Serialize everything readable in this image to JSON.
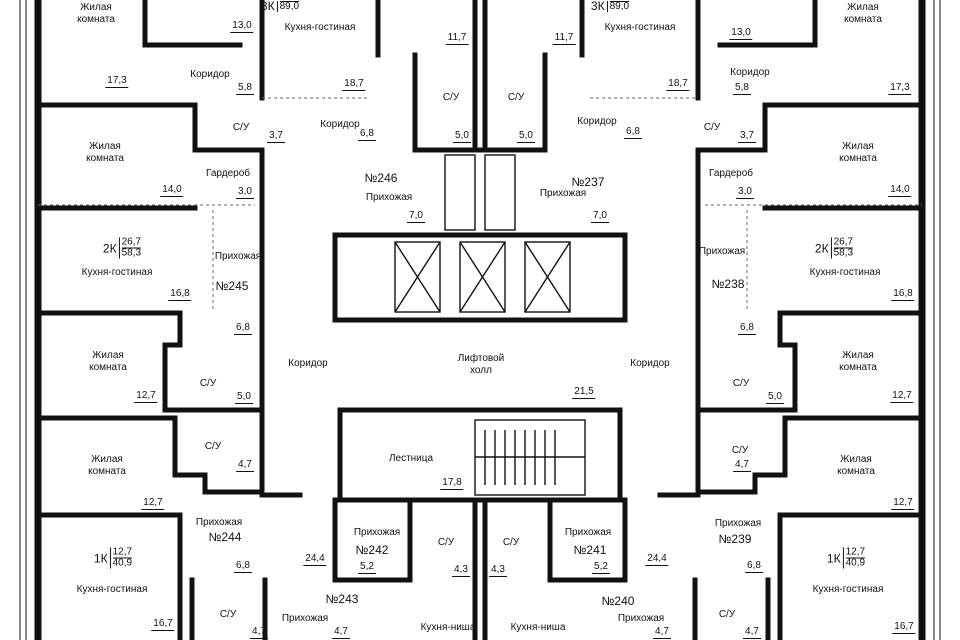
{
  "rooms": [
    {
      "label": "Жилая\nкомната",
      "area": "17,3"
    },
    {
      "label": "Коридор",
      "area": "5,8"
    },
    {
      "label": "",
      "area": "13,0"
    },
    {
      "label": "Кухня-гостиная",
      "area": "18,7"
    },
    {
      "label": "",
      "area": "11,7"
    },
    {
      "label": "",
      "area": "11,7"
    },
    {
      "label": "Кухня-гостиная",
      "area": "18,7"
    },
    {
      "label": "",
      "area": "13,0"
    },
    {
      "label": "Жилая\nкомната",
      "area": "17,3"
    },
    {
      "label": "Коридор",
      "area": "5,8"
    },
    {
      "label": "С/У",
      "area": "3,7"
    },
    {
      "label": "Коридор",
      "area": "6,8"
    },
    {
      "label": "С/У",
      "area": "5,0"
    },
    {
      "label": "С/У",
      "area": "5,0"
    },
    {
      "label": "Коридор",
      "area": "6,8"
    },
    {
      "label": "С/У",
      "area": "3,7"
    },
    {
      "label": "Жилая\nкомната",
      "area": "14,0"
    },
    {
      "label": "Гардероб",
      "area": "3,0"
    },
    {
      "label": "Прихожая",
      "area": "7,0"
    },
    {
      "label": "Прихожая",
      "area": "7,0"
    },
    {
      "label": "Гардероб",
      "area": "3,0"
    },
    {
      "label": "Жилая\nкомната",
      "area": "14,0"
    },
    {
      "label": "Кухня-гостиная",
      "area": "16,8"
    },
    {
      "label": "Прихожая",
      "area": ""
    },
    {
      "label": "Прихожая",
      "area": ""
    },
    {
      "label": "Кухня-гостиная",
      "area": "16,8"
    },
    {
      "label": "",
      "area": "6,8"
    },
    {
      "label": "",
      "area": "6,8"
    },
    {
      "label": "Жилая\nкомната",
      "area": "12,7"
    },
    {
      "label": "С/У",
      "area": "5,0"
    },
    {
      "label": "Коридор",
      "area": ""
    },
    {
      "label": "Лифтовой\nхолл",
      "area": "21,5"
    },
    {
      "label": "Коридор",
      "area": ""
    },
    {
      "label": "С/У",
      "area": "5,0"
    },
    {
      "label": "Жилая\nкомната",
      "area": "12,7"
    },
    {
      "label": "Жилая\nкомната",
      "area": "12,7"
    },
    {
      "label": "С/У",
      "area": "4,7"
    },
    {
      "label": "Лестница",
      "area": "17,8"
    },
    {
      "label": "С/У",
      "area": "4,7"
    },
    {
      "label": "Жилая\nкомната",
      "area": "12,7"
    },
    {
      "label": "Прихожая",
      "area": "6,8"
    },
    {
      "label": "Прихожая",
      "area": "5,2"
    },
    {
      "label": "С/У",
      "area": "4,3"
    },
    {
      "label": "С/У",
      "area": "4,3"
    },
    {
      "label": "Прихожая",
      "area": "5,2"
    },
    {
      "label": "Прихожая",
      "area": "6,8"
    },
    {
      "label": "Кухня-гостиная",
      "area": "16,7"
    },
    {
      "label": "",
      "area": "24,4"
    },
    {
      "label": "",
      "area": "24,4"
    },
    {
      "label": "Кухня-гостиная",
      "area": "16,7"
    },
    {
      "label": "С/У",
      "area": "4,7"
    },
    {
      "label": "Прихожая",
      "area": "4,7"
    },
    {
      "label": "Кухня-ниша",
      "area": ""
    },
    {
      "label": "Кухня-ниша",
      "area": ""
    },
    {
      "label": "Прихожая",
      "area": "4,7"
    },
    {
      "label": "С/У",
      "area": "4,7"
    }
  ],
  "apartments": [
    {
      "number": "№246"
    },
    {
      "number": "№237"
    },
    {
      "number": "№245"
    },
    {
      "number": "№238"
    },
    {
      "number": "№244"
    },
    {
      "number": "№239"
    },
    {
      "number": "№242"
    },
    {
      "number": "№241"
    },
    {
      "number": "№243"
    },
    {
      "number": "№240"
    }
  ],
  "badges": [
    {
      "rooms": "3К",
      "living": "",
      "total": "89,0"
    },
    {
      "rooms": "3К",
      "living": "",
      "total": "89,0"
    },
    {
      "rooms": "2К",
      "living": "26,7",
      "total": "58,3"
    },
    {
      "rooms": "2К",
      "living": "26,7",
      "total": "58,3"
    },
    {
      "rooms": "1К",
      "living": "12,7",
      "total": "40,9"
    },
    {
      "rooms": "1К",
      "living": "12,7",
      "total": "40,9"
    }
  ]
}
